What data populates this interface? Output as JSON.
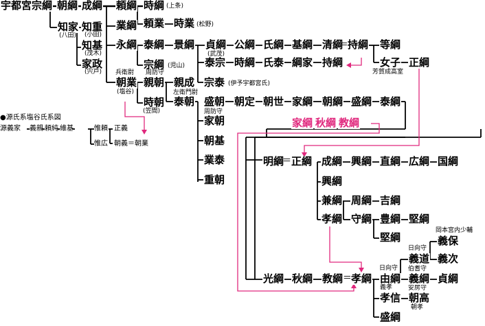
{
  "persons": {
    "utsunomiya_munetsuna": "宇都宮宗綱",
    "tomotsuna": "朝綱",
    "naritsuna": "成綱",
    "yoritsuna": "頼綱",
    "tokitsuna": "時綱",
    "tokitsuna_note": "(上条)",
    "yorinari": "頼業",
    "tokinari": "時業",
    "tokinari_note": "(松野)",
    "tomoie": "知家",
    "tomoie_note": "(八田)",
    "tomoshige": "知重",
    "tomoshige_note": "(小田)",
    "tomomoto": "知基",
    "tomomoto_note": "(茂木)",
    "iemasa": "家政",
    "iemasa_note": "(宍戸)",
    "narinari": "業綱",
    "nagatsuna": "永綱",
    "yasutsuna": "泰綱",
    "kagetsuna": "景綱",
    "sadatsuna": "貞綱",
    "kintsuna": "公綱",
    "ujitsuna": "氏綱",
    "mototsuna": "基綱",
    "kiyotsuna": "清綱",
    "mochitsuna": "持綱",
    "hitotsuna": "等綱",
    "yasumune1": "泰宗",
    "yasumune1_note": "(武茂)",
    "tokitsuna2": "時綱",
    "ujiyasu": "氏泰",
    "tsunaie": "綱家",
    "mochitsuna2": "持綱",
    "joshi": "女子",
    "masatsuna": "正綱",
    "haga_note": "芳賀成高室",
    "munetsuna2": "宗綱",
    "munetsuna2_note": "(児山)",
    "munehide": "宗泰",
    "munehide_note": "(伊予宇都宮氏)",
    "tomonari": "朝業",
    "tomonari_note": "(塩谷)",
    "tomonari_title": "兵衛尉",
    "chikatomo": "親朝",
    "chikatomo_title": "周防守",
    "chikanari": "親成",
    "tokitomo": "時朝",
    "tokitomo_note": "(笠間)",
    "yasutomo": "泰朝",
    "yasutomo_title": "左衛門尉",
    "moritomo": "盛朝",
    "tomosada": "朝定",
    "tomoyo": "朝世",
    "ietsuna": "家綱",
    "tomotsuna2": "朝綱",
    "moritsuna": "盛綱",
    "yasutsuna2": "泰綱",
    "ietomo": "家朝",
    "ietomo_title": "周防守",
    "tomomoto2": "朝基",
    "narihide": "業泰",
    "shigetomo": "重朝",
    "ietsuna_p": "家綱",
    "akitsuna_p": "秋綱",
    "noritsuna_p": "教綱",
    "akitsuna": "明綱",
    "masatsuna2": "正綱",
    "naritsuna2": "成綱",
    "oki_tsuna": "興綱",
    "naotsuna": "直綱",
    "hirotsuna": "広綱",
    "kunitsuna": "国綱",
    "okitsuna2": "興綱",
    "kanetsuna": "兼綱",
    "chikatsuna": "周綱",
    "yoshitsuna": "吉綱",
    "takatsuna": "孝綱",
    "moritsuna2": "守綱",
    "toyotsuna": "豊綱",
    "katatsuna": "堅綱",
    "katatsuna2": "堅綱",
    "mitsutsuna": "光綱",
    "akitsuna2": "秋綱",
    "noritsuna2": "教綱",
    "takatsuna2": "孝綱",
    "yoshitsuna2": "由綱",
    "yoshitsuna2_title": "日向守",
    "yoshitaka_note": "義孝",
    "takanobu": "孝信",
    "tomotaka": "朝高",
    "tomotaka_title": "安房守",
    "tomotaka_note": "朝孝",
    "moritsuna3": "盛綱",
    "yoshimichi": "義道",
    "yoshimichi_title": "日向守",
    "yoshitsuna3": "義綱",
    "yoshitsuna3_title": "伯耆守",
    "yoshiyasu": "義保",
    "yoshiyasu_title": "岡本宮内少輔",
    "yoshitsugu": "義次",
    "sadatsuna2": "貞綱"
  },
  "minamoto": {
    "heading": "●源氏系塩谷氏系図",
    "yoshiie": "源義家",
    "yoshichika": "義親",
    "yorizumi": "頼純",
    "koremoto": "維基",
    "koreyori": "惟頼",
    "koreshige": "惟広",
    "masayoshi": "正義",
    "tomoyoshi": "朝義＝朝業"
  },
  "adoptions": {
    "eq_akitsuna": "＝",
    "eq_noritsuna": "＝",
    "eq_kiyotsuna": "＝"
  },
  "colors": {
    "line": "#000000",
    "adoption_arrow": "#e0287d"
  }
}
